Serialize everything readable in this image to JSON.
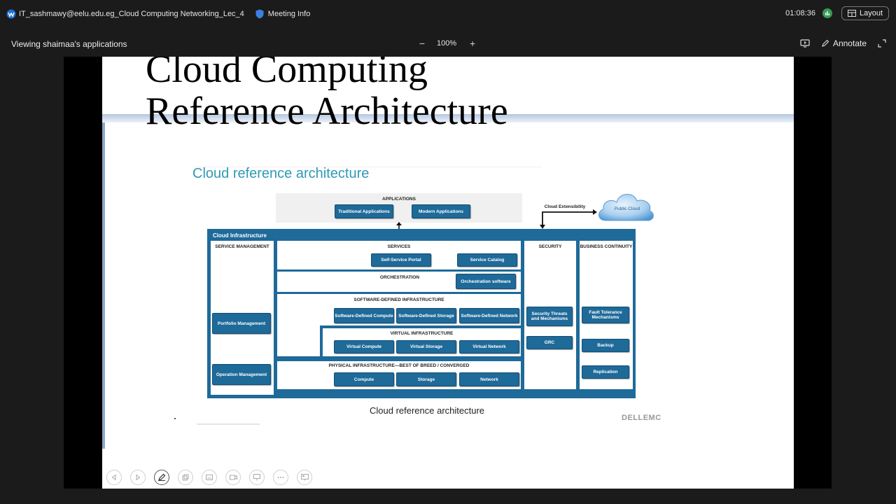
{
  "titlebar": {
    "meeting_name": "IT_sashmawy@eelu.edu.eg_Cloud Computing Networking_Lec_4",
    "meeting_info": "Meeting Info",
    "timer": "01:08:36",
    "layout_label": "Layout"
  },
  "viewbar": {
    "viewing_text": "Viewing shaimaa's applications",
    "zoom_minus": "−",
    "zoom_value": "100%",
    "zoom_plus": "+",
    "annotate_label": "Annotate"
  },
  "slide": {
    "title_line1": "Cloud Computing",
    "title_line2": "Reference Architecture",
    "image_heading": "Cloud reference architecture",
    "caption": "Cloud reference architecture",
    "brand": "DELLEMC"
  },
  "diagram": {
    "applications": "APPLICATIONS",
    "traditional_apps": "Traditional Applications",
    "modern_apps": "Modern Applications",
    "cloud_extensibility": "Cloud Extensibility",
    "public_cloud": "Public Cloud",
    "cloud_infrastructure": "Cloud Infrastructure",
    "service_management": "SERVICE MANAGEMENT",
    "portfolio_management": "Portfolio Management",
    "operation_management": "Operation Management",
    "services": "SERVICES",
    "self_service_portal": "Self-Service Portal",
    "service_catalog": "Service Catalog",
    "orchestration": "ORCHESTRATION",
    "orchestration_software": "Orchestration software",
    "sdi": "SOFTWARE-DEFINED INFRASTRUCTURE",
    "sd_compute": "Software-Defined Compute",
    "sd_storage": "Software-Defined Storage",
    "sd_network": "Software-Defined Network",
    "virtual_infrastructure": "VIRTUAL INFRASTRUCTURE",
    "virtual_compute": "Virtual Compute",
    "virtual_storage": "Virtual Storage",
    "virtual_network": "Virtual Network",
    "physical_infrastructure": "PHYSICAL INFRASTRUCTURE—BEST OF BREED / CONVERGED",
    "compute": "Compute",
    "storage": "Storage",
    "network": "Network",
    "security": "SECURITY",
    "security_threats": "Security Threats and Mechanisms",
    "grc": "GRC",
    "business_continuity": "BUSINESS CONTINUITY",
    "fault_tolerance": "Fault Tolerance Mechanisms",
    "backup": "Backup",
    "replication": "Replication"
  },
  "colors": {
    "diagram_blue": "#1e6a99",
    "heading_teal": "#2e9ab4",
    "status_green": "#3a9a56"
  },
  "slide_tools": [
    "previous-icon",
    "next-icon",
    "pen-icon",
    "copy-icon",
    "subtitles-icon",
    "camera-icon",
    "presenter-icon",
    "more-icon",
    "slides-icon"
  ]
}
